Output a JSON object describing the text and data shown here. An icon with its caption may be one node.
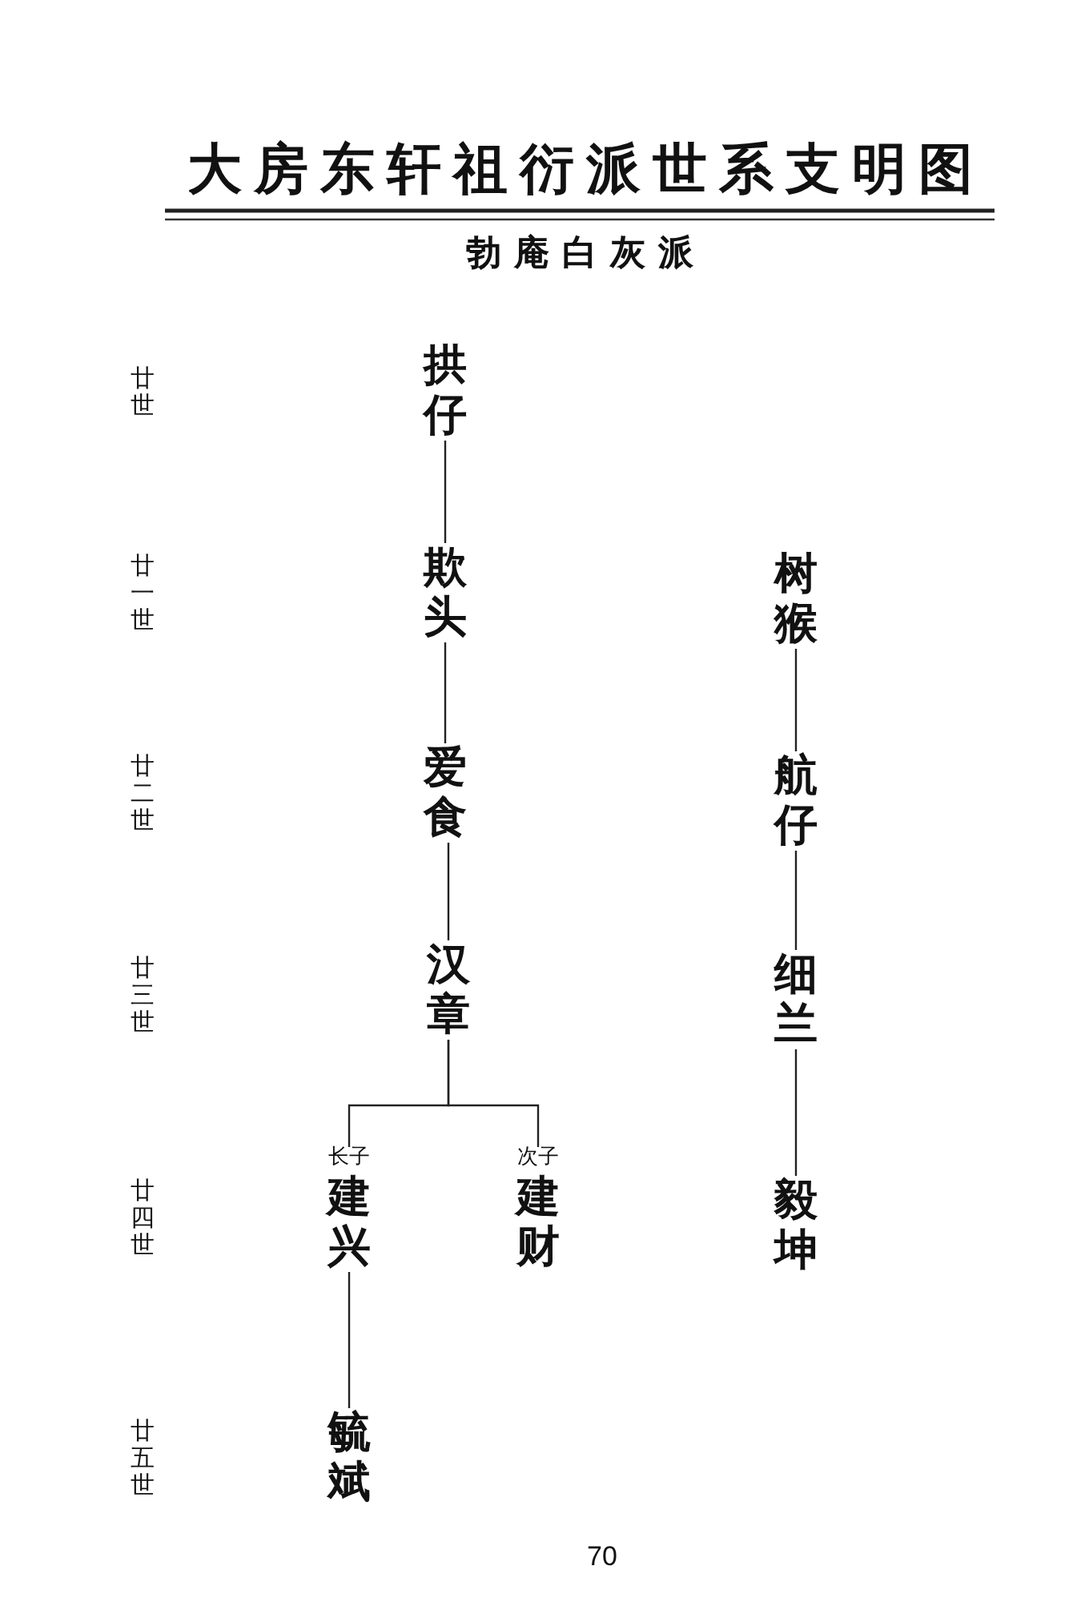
{
  "diagram": {
    "title": "大房东轩祖衍派世系支明图",
    "nodes": [
      {
        "text": [
          "拱仔"
        ]
      },
      {
        "text": [
          "欺头"
        ]
      },
      {
        "text": [
          "爱食"
        ]
      },
      {
        "text": [
          "汉章"
        ]
      },
      {
        "text": [
          "建兴"
        ],
        "beside": [
          "长子"
        ]
      },
      {
        "text": [
          "建财"
        ],
        "beside": [
          "次子"
        ]
      },
      {
        "text": [
          "毓斌"
        ]
      },
      {
        "text": [
          "树猴"
        ]
      },
      {
        "text": [
          "航仔"
        ]
      },
      {
        "text": [
          "细兰"
        ]
      },
      {
        "text": [
          "毅坤"
        ]
      }
    ],
    "edges": [
      {
        "from": 0,
        "to": 1,
        "arrow": "none"
      },
      {
        "from": 1,
        "to": 2,
        "arrow": "none"
      },
      {
        "from": 2,
        "to": 3,
        "arrow": "none"
      },
      {
        "from": 3,
        "to": 4,
        "arrow": "none"
      },
      {
        "from": 3,
        "to": 5,
        "arrow": "none"
      },
      {
        "from": 4,
        "to": 6,
        "arrow": "none"
      },
      {
        "from": 7,
        "to": 8,
        "arrow": "none"
      },
      {
        "from": 8,
        "to": 9,
        "arrow": "none"
      },
      {
        "from": 9,
        "to": 10,
        "arrow": "none"
      }
    ],
    "labels": [
      "勃庵白灰派",
      "廿世",
      "廿一世",
      "廿二世",
      "廿三世",
      "廿四世",
      "廿五世",
      "70"
    ]
  }
}
